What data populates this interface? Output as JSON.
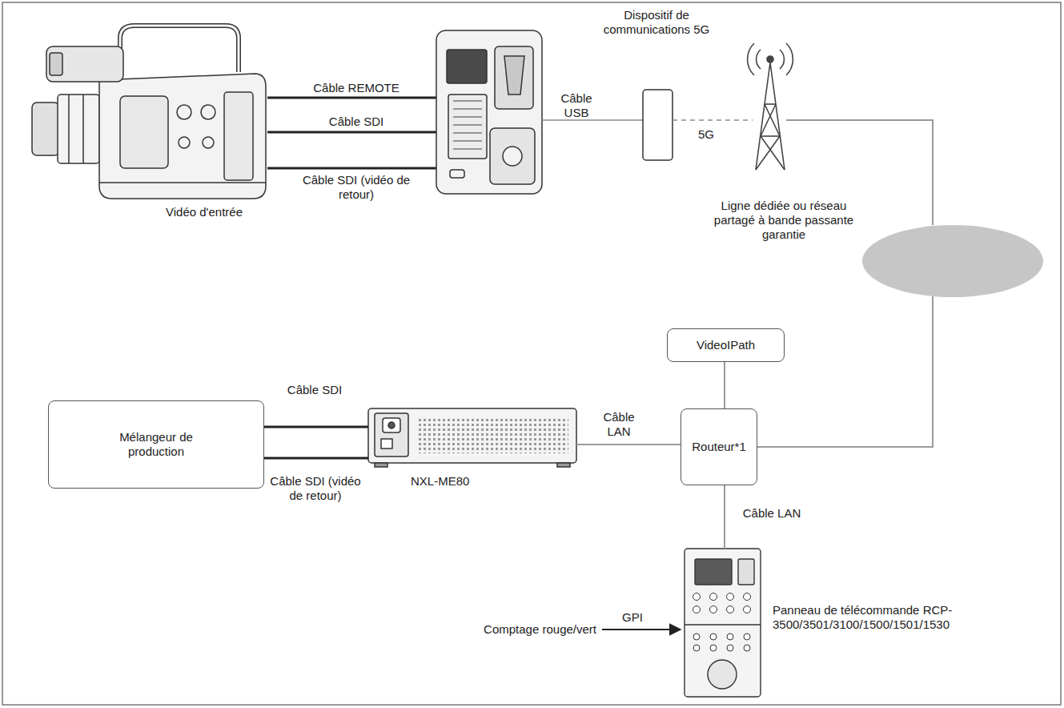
{
  "diagram": {
    "nodes": [
      {
        "text": [
          "Vidéo d'entrée"
        ]
      },
      {
        "text": [
          "Dispositif de communications 5G"
        ]
      },
      {
        "text": [
          "Ligne dédiée ou réseau partagé à bande passante garantie"
        ]
      },
      {
        "text": [
          "VideoIPath"
        ]
      },
      {
        "text": [
          "Mélangeur de production"
        ]
      },
      {
        "text": [
          "NXL-ME80"
        ]
      },
      {
        "text": [
          "Routeur*1"
        ]
      },
      {
        "text": [
          "Panneau de télécommande RCP-3500/3501/3100/1500/1501/1530"
        ]
      }
    ],
    "edges": [
      {
        "from": 4,
        "to": 5,
        "label": "Câble SDI",
        "arrow": "none"
      },
      {
        "from": 4,
        "to": 5,
        "label": "Câble SDI (vidéo de retour)",
        "arrow": "none"
      },
      {
        "from": 5,
        "to": 6,
        "label": "Câble LAN",
        "arrow": "none"
      },
      {
        "from": 6,
        "to": 3,
        "arrow": "none"
      },
      {
        "from": 2,
        "to": 6,
        "arrow": "none"
      },
      {
        "from": 6,
        "to": 7,
        "label": "Câble LAN",
        "arrow": "none"
      }
    ],
    "labels": [
      "Câble REMOTE",
      "Câble SDI",
      "Câble SDI (vidéo de retour)",
      "Câble USB",
      "5G",
      "GPI",
      "Comptage rouge/vert"
    ]
  }
}
